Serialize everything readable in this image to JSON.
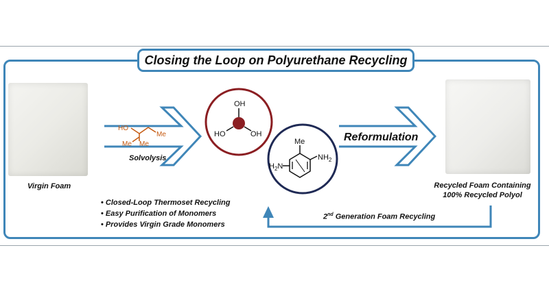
{
  "title": "Closing the Loop on Polyurethane Recycling",
  "left_label": "Virgin Foam",
  "right_label_line1": "Recycled Foam Containing",
  "right_label_line2": "100% Recycled Polyol",
  "solvolysis_label": "Solvolysis",
  "reformulation_label": "Reformulation",
  "generation_label": {
    "sup_prefix": "2",
    "sup": "nd",
    "text": " Generation Foam Recycling"
  },
  "bullets": [
    "Closed-Loop Thermoset Recycling",
    "Easy Purification of Monomers",
    "Provides Virgin Grade Monomers"
  ],
  "solvent": {
    "ho": "HO",
    "me1": "Me",
    "me2": "Me",
    "me3": "Me"
  },
  "boric_acid": {
    "oh_top": "OH",
    "oh_left": "HO",
    "oh_right": "OH"
  },
  "diamine": {
    "me": "Me",
    "nh2_right": "NH",
    "nh2_left": "H",
    "n_left": "N",
    "sub": "2"
  },
  "colors": {
    "frame": "#3f86b8",
    "arrow": "#3f86b8",
    "boric_circle": "#8b1e22",
    "diamine_circle": "#1f2a55",
    "solvent": "#c55a11"
  }
}
